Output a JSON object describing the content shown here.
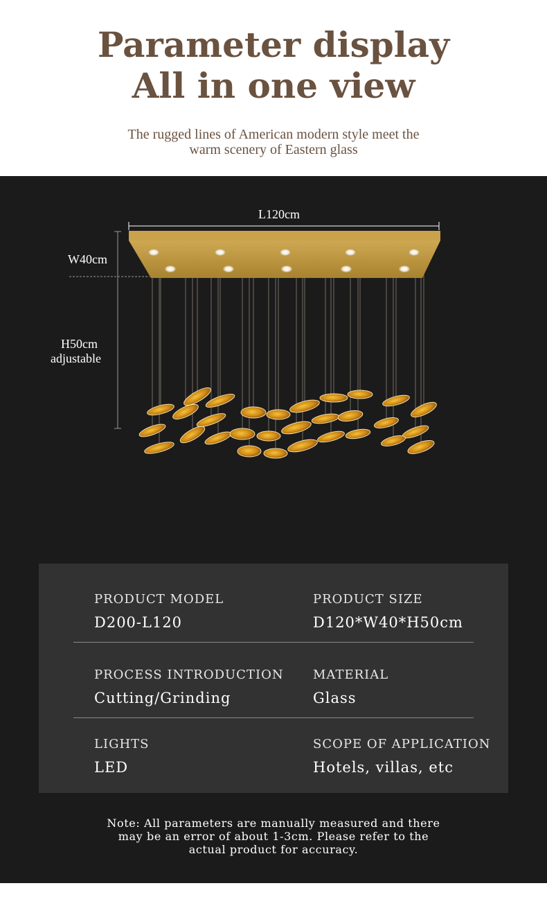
{
  "header": {
    "title_line1": "Parameter display",
    "title_line2": "All in one view",
    "subtitle_line1": "The rugged lines of American modern style meet the",
    "subtitle_line2": "warm scenery of Eastern glass"
  },
  "diagram": {
    "length_label": "L120cm",
    "width_label": "W40cm",
    "height_label_line1": "H50cm",
    "height_label_line2": "adjustable",
    "colors": {
      "plate": "#c9a24a",
      "glass": "#e0a21c",
      "wire": "#b8b0a0"
    }
  },
  "specs": [
    {
      "label": "PRODUCT MODEL",
      "value": "D200-L120"
    },
    {
      "label": "PRODUCT SIZE",
      "value": "D120*W40*H50cm"
    },
    {
      "label": "PROCESS INTRODUCTION",
      "value": "Cutting/Grinding"
    },
    {
      "label": "MATERIAL",
      "value": "Glass"
    },
    {
      "label": "LIGHTS",
      "value": "LED"
    },
    {
      "label": "SCOPE OF APPLICATION",
      "value": "Hotels, villas, etc"
    }
  ],
  "note": {
    "line1": "Note: All parameters are manually measured and there",
    "line2": "may be an error of about 1-3cm. Please refer to the",
    "line3": "actual product for accuracy."
  },
  "colors": {
    "title": "#6a5240",
    "dark_bg": "#1c1b1b",
    "panel_bg": "#333232"
  }
}
